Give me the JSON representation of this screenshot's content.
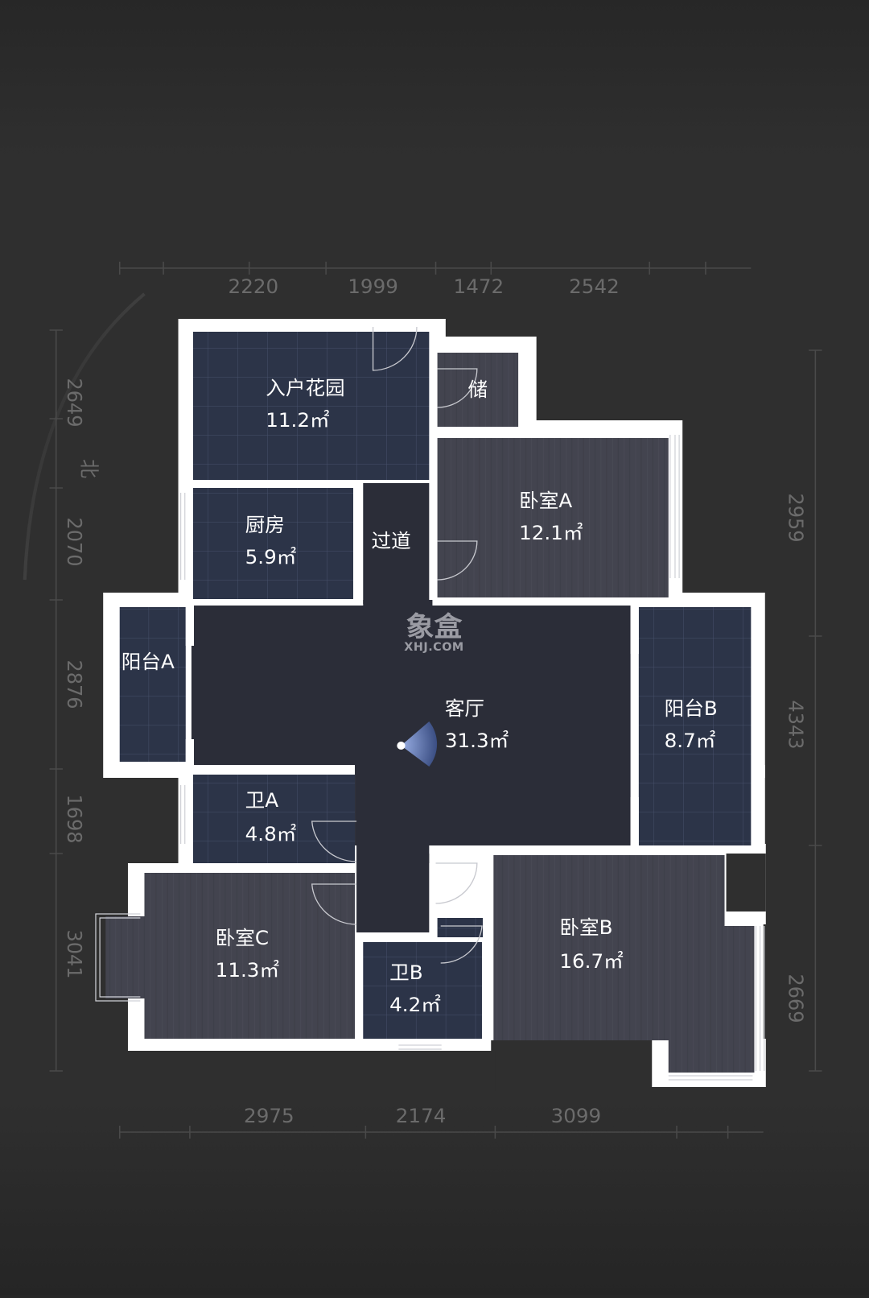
{
  "watermark": {
    "logo": "象盒",
    "site": "XHJ.COM"
  },
  "compass": {
    "label": "北"
  },
  "colors": {
    "background": "#2f2f2f",
    "wall": "#ffffff",
    "tile_room": "#2c3448",
    "wood_room": "#43444f",
    "living": "#2b2d38",
    "dimension_text": "#6b6b6b",
    "camera": "#6f8fd6"
  },
  "dimensions": {
    "top": [
      "2220",
      "1999",
      "1472",
      "2542"
    ],
    "bottom": [
      "2975",
      "2174",
      "3099"
    ],
    "left": [
      "2649",
      "2070",
      "2876",
      "1698",
      "3041"
    ],
    "right": [
      "2959",
      "4343",
      "2669"
    ]
  },
  "rooms": {
    "entry_garden": {
      "name": "入户花园",
      "area": "11.2㎡"
    },
    "storage": {
      "name": "储",
      "area": ""
    },
    "bedroom_a": {
      "name": "卧室A",
      "area": "12.1㎡"
    },
    "kitchen": {
      "name": "厨房",
      "area": "5.9㎡"
    },
    "corridor": {
      "name": "过道",
      "area": ""
    },
    "balcony_a": {
      "name": "阳台A",
      "area": ""
    },
    "living_room": {
      "name": "客厅",
      "area": "31.3㎡"
    },
    "balcony_b": {
      "name": "阳台B",
      "area": "8.7㎡"
    },
    "bath_a": {
      "name": "卫A",
      "area": "4.8㎡"
    },
    "bedroom_c": {
      "name": "卧室C",
      "area": "11.3㎡"
    },
    "bath_b": {
      "name": "卫B",
      "area": "4.2㎡"
    },
    "bedroom_b": {
      "name": "卧室B",
      "area": "16.7㎡"
    }
  }
}
